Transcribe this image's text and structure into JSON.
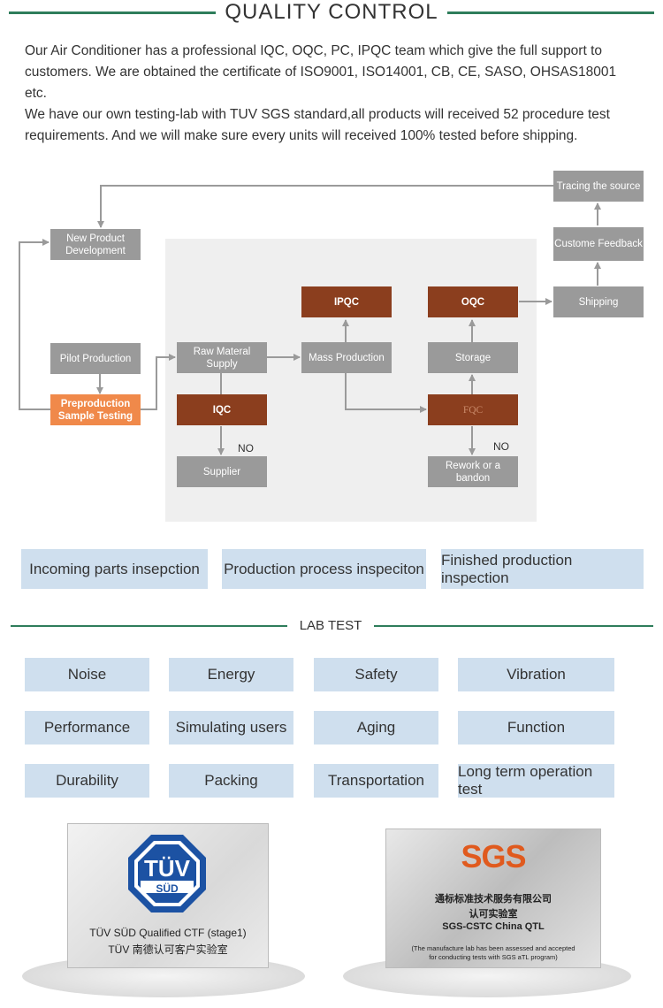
{
  "header": {
    "title": "QUALITY CONTROL"
  },
  "intro": {
    "line1": "Our Air Conditioner has a professional IQC, OQC, PC, IPQC team which give the full support to",
    "line2": "customers. We are obtained the certificate of ISO9001, ISO14001, CB, CE, SASO, OHSAS18001",
    "line3": "etc.",
    "line4": "We have our own testing-lab with TUV SGS standard,all products will received 52 procedure test",
    "line5": "requirements. And we will make sure every units will received 100% tested before shipping."
  },
  "flow": {
    "new_product": "New Product Development",
    "pilot": "Pilot Production",
    "preproduction": "Preproduction Sample Testing",
    "raw_material": "Raw Materal Supply",
    "iqc": "IQC",
    "supplier": "Supplier",
    "mass": "Mass Production",
    "ipqc": "IPQC",
    "fqc": "FQC",
    "storage": "Storage",
    "oqc": "OQC",
    "rework": "Rework or a bandon",
    "shipping": "Shipping",
    "feedback": "Custome Feedback",
    "tracing": "Tracing the source",
    "no1": "NO",
    "no2": "NO"
  },
  "inspections": [
    "Incoming parts insepction",
    "Production process inspeciton",
    "Finished production inspection"
  ],
  "lab": {
    "title": "LAB TEST",
    "items": [
      "Noise",
      "Energy",
      "Safety",
      "Vibration",
      "Performance",
      "Simulating users",
      "Aging",
      "Function",
      "Durability",
      "Packing",
      "Transportation",
      "Long term operation test"
    ]
  },
  "certs": {
    "tuv_logo_top": "TÜV",
    "tuv_logo_bottom": "SÜD",
    "tuv_line1": "TÜV SÜD Qualified CTF (stage1)",
    "tuv_line2": "TÜV 南德认可客户实验室",
    "sgs_logo": "SGS",
    "sgs_line1": "通标标准技术服务有限公司",
    "sgs_line2": "认可实验室",
    "sgs_line3": "SGS-CSTC China QTL",
    "sgs_note1": "(The manufacture lab has been assessed and accepted",
    "sgs_note2": "for conducting tests with SGS aTL program)"
  },
  "colors": {
    "accent_green": "#2e7d5b",
    "box_gray": "#9a9a9a",
    "box_brown": "#8b3e1e",
    "box_orange": "#f0894a",
    "tile_blue": "#cfdfee"
  }
}
